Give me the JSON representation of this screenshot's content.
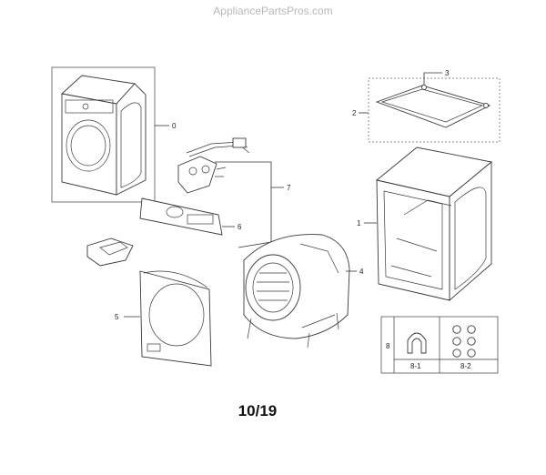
{
  "watermark": "AppliancePartsPros.com",
  "page_number": "10/19",
  "callouts": {
    "c0": "0",
    "c1": "1",
    "c2": "2",
    "c3": "3",
    "c4": "4",
    "c5": "5",
    "c6": "6",
    "c7": "7",
    "c8": "8",
    "c8_1": "8-1",
    "c8_2": "8-2"
  }
}
